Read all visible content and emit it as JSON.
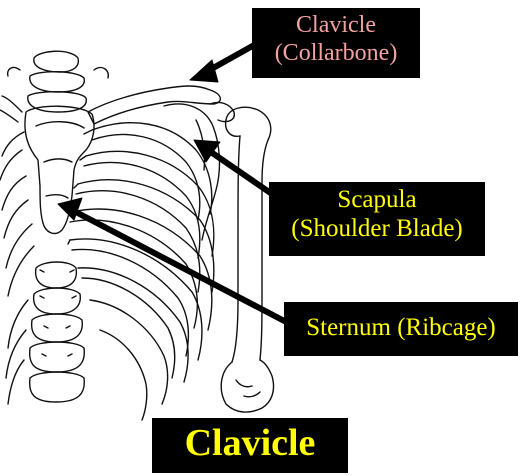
{
  "labels": {
    "clavicle": {
      "line1": "Clavicle",
      "line2": "(Collarbone)",
      "color": "#f2a1a1"
    },
    "scapula": {
      "line1": "Scapula",
      "line2": "(Shoulder Blade)",
      "color": "#ffff00"
    },
    "sternum": {
      "text": "Sternum (Ribcage)",
      "color": "#ffff00"
    }
  },
  "title": {
    "text": "Clavicle",
    "color": "#ffff00"
  },
  "colors": {
    "box_background": "#000000",
    "line_art": "#000000",
    "background": "#ffffff"
  }
}
